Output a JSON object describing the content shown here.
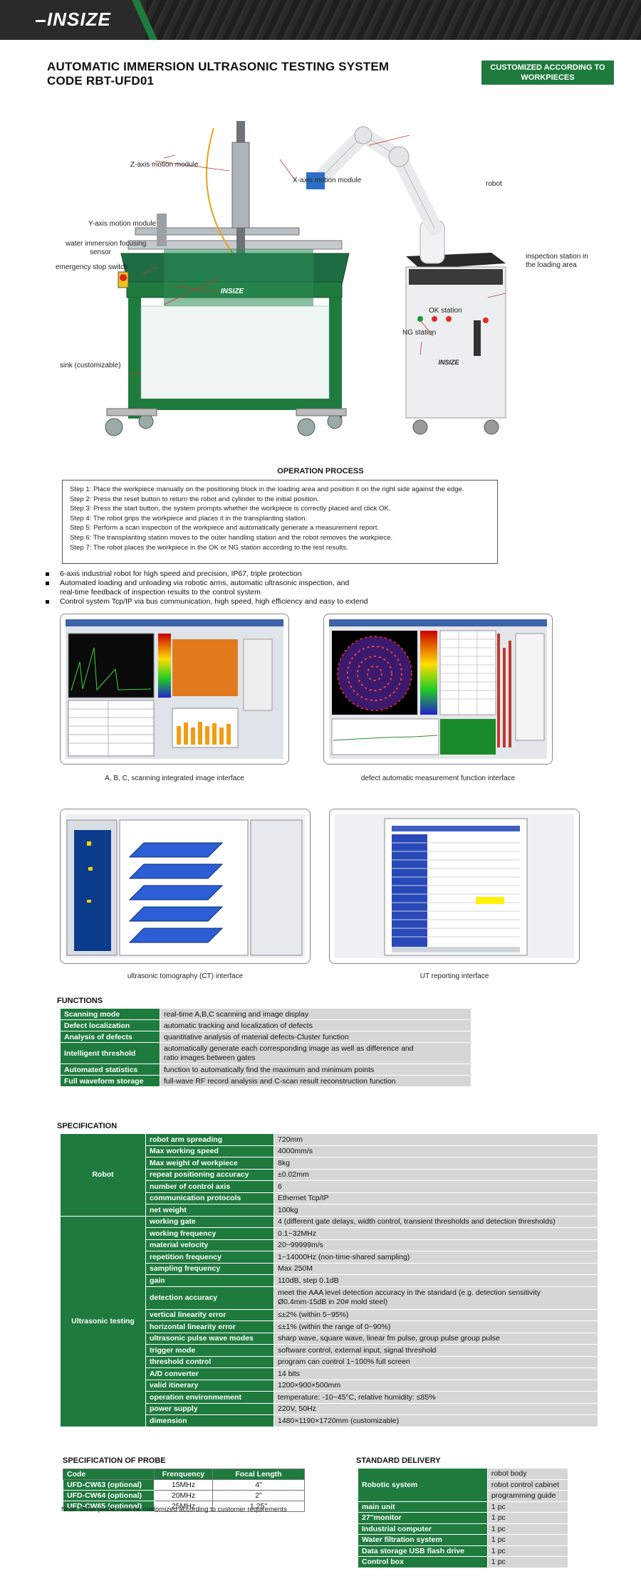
{
  "header": {
    "logo": "INSIZE"
  },
  "title": {
    "line1": "AUTOMATIC IMMERSION ULTRASONIC TESTING SYSTEM",
    "line2": "CODE RBT-UFD01",
    "badge": "CUSTOMIZED ACCORDING TO WORKPIECES"
  },
  "machine": {
    "brand": "INSIZE",
    "callouts": {
      "z_axis": "Z-axis motion module",
      "x_axis": "X-axis motion module",
      "robot": "robot",
      "y_axis": "Y-axis motion module",
      "focus_line1": "water immersion focusing",
      "focus_line2": "sensor",
      "estop": "emergency stop switch",
      "inspect_line1": "inspection station in",
      "inspect_line2": "the loading area",
      "ok": "OK station",
      "ng": "NG station",
      "sink": "sink (customizable)"
    }
  },
  "operation": {
    "title": "OPERATION PROCESS",
    "steps": [
      "Step 1: Place the workpiece manually on the positioning block in the loading area and position it on the right side against the edge.",
      "Step 2: Press the reset button to return the robot and cylinder to the initial position.",
      "Step 3: Press the start button, the system prompts whether the workpiece is correctly placed and click OK.",
      "Step 4: The robot grips the workpiece and places it in the transplanting station.",
      "Step 5: Perform a scan inspection of the workpiece and automatically generate a measurement report.",
      "Step 6: The transplanting station moves to the outer handling station and the robot removes the workpiece.",
      "Step 7: The robot places the workpiece in the OK or NG station according to the test results."
    ]
  },
  "features": [
    "6-axis industrial robot for high speed and precision, IP67, triple protection",
    "Automated loading and unloading via robotic arms, automatic ultrasonic inspection, and",
    "real-time feedback of inspection results to the control system",
    "Control system Tcp/IP via bus communication, high speed, high efficiency and easy to extend"
  ],
  "screenshots": {
    "abc": "A, B, C, scanning integrated image interface",
    "defect": "defect automatic measurement function interface",
    "ct": "ultrasonic tomography (CT) interface",
    "ut": "UT reporting interface"
  },
  "functions": {
    "title": "FUNCTIONS",
    "rows": [
      {
        "k": "Scanning mode",
        "v": "real-time A,B,C scanning and image display"
      },
      {
        "k": "Defect localization",
        "v": "automatic tracking and localization of defects"
      },
      {
        "k": "Analysis of defects",
        "v": "quantitative analysis of material defects-Cluster function"
      },
      {
        "k": "Intelligent threshold",
        "v": "automatically generate each corresponding image as well as difference and",
        "v2": "ratio images between gates"
      },
      {
        "k": "Automated statistics",
        "v": "function to automatically find the maximum and minimum points"
      },
      {
        "k": "Full waveform storage",
        "v": "full-wave RF record analysis and C-scan result reconstruction function"
      }
    ]
  },
  "specification": {
    "title": "SPECIFICATION",
    "robot_label": "Robot",
    "robot": [
      {
        "k": "robot arm spreading",
        "v": "720mm"
      },
      {
        "k": "Max working speed",
        "v": "4000mm/s"
      },
      {
        "k": "Max weight of workpiece",
        "v": "8kg"
      },
      {
        "k": "repeat positioning accuracy",
        "v": "±0.02mm"
      },
      {
        "k": "number of control axis",
        "v": "6"
      },
      {
        "k": "communication protocols",
        "v": "Ethernet Tcp/IP"
      },
      {
        "k": "net weight",
        "v": "100kg"
      }
    ],
    "ut_label": "Ultrasonic testing",
    "ut": [
      {
        "k": "working gate",
        "v": "4 (different gate delays, width control, transient thresholds and detection thresholds)"
      },
      {
        "k": "working frequency",
        "v": "0.1~32MHz"
      },
      {
        "k": "material velocity",
        "v": "20~99999m/s"
      },
      {
        "k": "repetition frequency",
        "v": "1~14000Hz (non-time-shared sampling)"
      },
      {
        "k": "sampling frequency",
        "v": "Max 250M"
      },
      {
        "k": "gain",
        "v": "110dB, step 0.1dB"
      },
      {
        "k": "detection accuracy",
        "v": "meet the AAA level detection accuracy in the standard (e.g. detection sensitivity",
        "v2": "Ø0.4mm-15dB in 20# mold steel)"
      },
      {
        "k": "vertical linearity error",
        "v": "≤±2% (within 5~95%)"
      },
      {
        "k": "horizontal linearity error",
        "v": "≤±1% (within the range of 0~90%)"
      },
      {
        "k": "ultrasonic pulse wave modes",
        "v": "sharp wave, square wave, linear fm pulse, group pulse group pulse"
      },
      {
        "k": "trigger mode",
        "v": "software control, external input, signal threshold"
      },
      {
        "k": "threshold control",
        "v": "program can control 1~100% full screen"
      },
      {
        "k": "A/D converter",
        "v": "14 bits"
      },
      {
        "k": "valid itinerary",
        "v": "1200×900×500mm"
      },
      {
        "k": "operation environmement",
        "v": "temperature: -10~45°C, relative humidity: ≤85%"
      },
      {
        "k": "power supply",
        "v": "220V, 50Hz"
      },
      {
        "k": "dimension",
        "v": "1480×1190×1720mm (customizable)"
      }
    ]
  },
  "probe": {
    "title": "SPECIFICATION OF PROBE",
    "headers": [
      "Code",
      "Frenquency",
      "Focal Length"
    ],
    "rows": [
      [
        "UFD-CW63 (optional)",
        "15MHz",
        "4\""
      ],
      [
        "UFD-CW64 (optional)",
        "20MHz",
        "2\""
      ],
      [
        "UFD-CW65 (optional)",
        "25MHz",
        "1.25\""
      ]
    ],
    "note": "Note: Other probes can be customized according to customer requirements"
  },
  "delivery": {
    "title": "STANDARD DELIVERY",
    "robotic": {
      "k": "Robotic system",
      "items": [
        "robot body",
        "robot control cabinet",
        "programming guide"
      ]
    },
    "rows": [
      {
        "k": "main unit",
        "v": "1 pc"
      },
      {
        "k": "27\"monitor",
        "v": "1 pc"
      },
      {
        "k": "Industrial computer",
        "v": "1 pc"
      },
      {
        "k": "Water filtration system",
        "v": "1 pc"
      },
      {
        "k": "Data storage USB flash drive",
        "v": "1 pc"
      },
      {
        "k": "Control box",
        "v": "1 pc"
      }
    ]
  },
  "colors": {
    "brand_green": "#1f7a3e",
    "cell_gray": "#d6d6d6",
    "header_dark": "#1c1c1c"
  }
}
